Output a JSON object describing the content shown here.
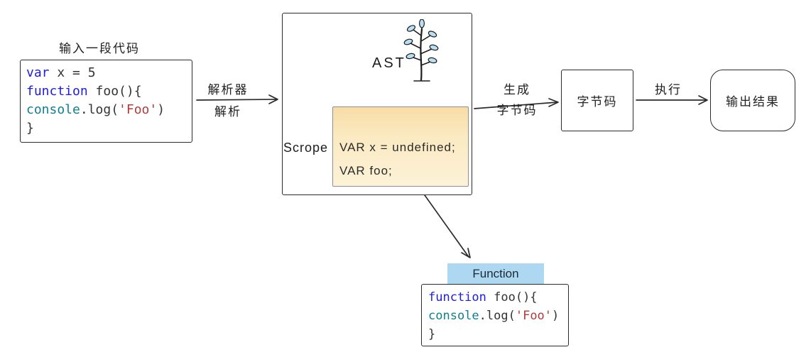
{
  "input": {
    "label": "输入一段代码",
    "code_lines": [
      [
        "var",
        " x = 5"
      ],
      [
        "function",
        " foo(){"
      ],
      [
        "console",
        ".log(",
        "'Foo'",
        ")"
      ],
      [
        "}"
      ]
    ]
  },
  "arrows": {
    "parse": {
      "label_top": "解析器",
      "label_bottom": "解析"
    },
    "generate": {
      "label_top": "生成",
      "label_bottom": "字节码"
    },
    "execute": {
      "label": "执行"
    }
  },
  "ast": {
    "title": "AST",
    "scope_label": "Scrope",
    "scope_lines": [
      "VAR x = undefined;",
      "VAR foo;"
    ]
  },
  "bytecode": {
    "label": "字节码"
  },
  "output": {
    "label": "输出结果"
  },
  "function_detail": {
    "header": "Function",
    "code_lines": [
      [
        "function",
        " foo(){"
      ],
      [
        "console",
        ".log(",
        "'Foo'",
        ")"
      ],
      [
        "}"
      ]
    ]
  },
  "colors": {
    "keyword": "#1d1de0",
    "builtin": "#0f7f8f",
    "string": "#b23a3a",
    "plain": "#333333",
    "border": "#2b2b2b",
    "scope_bg": "#fbeac2",
    "scope_bg_top": "#f8dca6",
    "function_header_bg": "#aed7f2",
    "leaf": "#b9e0f2"
  }
}
